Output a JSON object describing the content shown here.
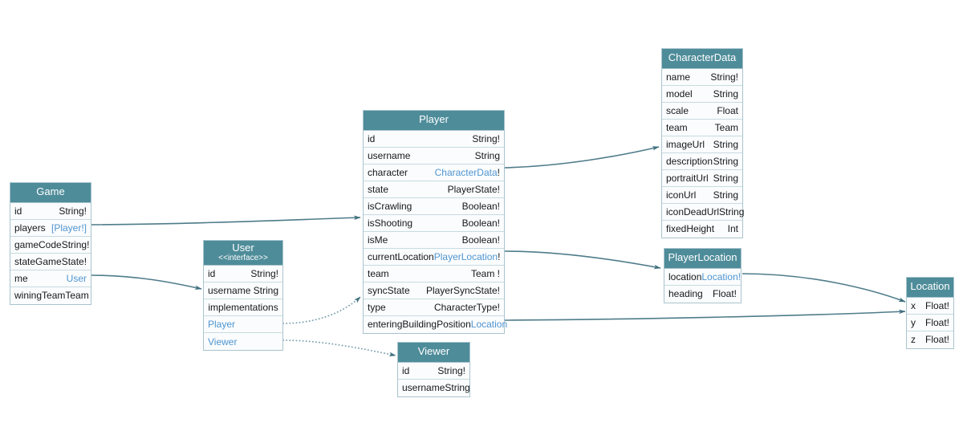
{
  "diagram": {
    "title": "GraphQL schema entity relationship diagram",
    "colors": {
      "header_bg": "#4e8c99",
      "header_text": "#ffffff",
      "row_bg": "#fbfcfd",
      "border": "#a9c4ce",
      "row_border": "#c6dbe2",
      "type_ref": "#4f95d1",
      "text": "#14181a",
      "edge": "#4e7c8a"
    }
  },
  "entities": [
    {
      "id": "game",
      "name": "Game",
      "stereotype": "",
      "fields": [
        {
          "name": "id",
          "type": "String!",
          "ref": false
        },
        {
          "name": "players",
          "type": "[Player!]",
          "ref": true
        },
        {
          "name": "gameCode",
          "type": "String!",
          "ref": false
        },
        {
          "name": "state",
          "type": "GameState!",
          "ref": false
        },
        {
          "name": "me",
          "type": "User",
          "ref": true
        },
        {
          "name": "winingTeam",
          "type": "Team",
          "ref": false
        }
      ]
    },
    {
      "id": "user",
      "name": "User",
      "stereotype": "<<interface>>",
      "fields": [
        {
          "name": "id",
          "type": "String!",
          "ref": false
        },
        {
          "name": "username",
          "type": "String",
          "ref": false
        }
      ],
      "implementations_label": "implementations",
      "implementations": [
        "Player",
        "Viewer"
      ]
    },
    {
      "id": "player",
      "name": "Player",
      "stereotype": "",
      "fields": [
        {
          "name": "id",
          "type": "String!",
          "ref": false
        },
        {
          "name": "username",
          "type": "String",
          "ref": false
        },
        {
          "name": "character",
          "type": "CharacterData",
          "suffix": "!",
          "ref": true
        },
        {
          "name": "state",
          "type": "PlayerState!",
          "ref": false
        },
        {
          "name": "isCrawling",
          "type": "Boolean!",
          "ref": false
        },
        {
          "name": "isShooting",
          "type": "Boolean!",
          "ref": false
        },
        {
          "name": "isMe",
          "type": "Boolean!",
          "ref": false
        },
        {
          "name": "currentLocation",
          "type": "PlayerLocation",
          "suffix": "!",
          "ref": true
        },
        {
          "name": "team",
          "type": "Team !",
          "ref": false
        },
        {
          "name": "syncState",
          "type": "PlayerSyncState!",
          "ref": false
        },
        {
          "name": "type",
          "type": "CharacterType!",
          "ref": false
        },
        {
          "name": "enteringBuildingPosition",
          "type": "Location",
          "ref": true
        }
      ]
    },
    {
      "id": "viewer",
      "name": "Viewer",
      "stereotype": "",
      "fields": [
        {
          "name": "id",
          "type": "String!",
          "ref": false
        },
        {
          "name": "username",
          "type": "String",
          "ref": false
        }
      ]
    },
    {
      "id": "characterdata",
      "name": "CharacterData",
      "stereotype": "",
      "fields": [
        {
          "name": "name",
          "type": "String!",
          "ref": false
        },
        {
          "name": "model",
          "type": "String",
          "ref": false
        },
        {
          "name": "scale",
          "type": "Float",
          "ref": false
        },
        {
          "name": "team",
          "type": "Team",
          "ref": false
        },
        {
          "name": "imageUrl",
          "type": "String",
          "ref": false
        },
        {
          "name": "description",
          "type": "String",
          "ref": false
        },
        {
          "name": "portraitUrl",
          "type": "String",
          "ref": false
        },
        {
          "name": "iconUrl",
          "type": "String",
          "ref": false
        },
        {
          "name": "iconDeadUrl",
          "type": "String",
          "ref": false
        },
        {
          "name": "fixedHeight",
          "type": "Int",
          "ref": false
        }
      ]
    },
    {
      "id": "playerlocation",
      "name": "PlayerLocation",
      "stereotype": "",
      "fields": [
        {
          "name": "location",
          "type": "Location!",
          "ref": true
        },
        {
          "name": "heading",
          "type": "Float!",
          "ref": false
        }
      ]
    },
    {
      "id": "location",
      "name": "Location",
      "stereotype": "",
      "fields": [
        {
          "name": "x",
          "type": "Float!",
          "ref": false
        },
        {
          "name": "y",
          "type": "Float!",
          "ref": false
        },
        {
          "name": "z",
          "type": "Float!",
          "ref": false
        }
      ]
    }
  ],
  "relationships": [
    {
      "from": "game.players",
      "to": "player",
      "style": "solid"
    },
    {
      "from": "game.me",
      "to": "user",
      "style": "solid"
    },
    {
      "from": "player.character",
      "to": "characterdata",
      "style": "solid"
    },
    {
      "from": "player.currentLocation",
      "to": "playerlocation",
      "style": "solid"
    },
    {
      "from": "player.enteringBuildingPosition",
      "to": "location",
      "style": "solid"
    },
    {
      "from": "playerlocation.location",
      "to": "location",
      "style": "solid"
    },
    {
      "from": "user.Player",
      "to": "player",
      "style": "dotted"
    },
    {
      "from": "user.Viewer",
      "to": "viewer",
      "style": "dotted"
    }
  ]
}
